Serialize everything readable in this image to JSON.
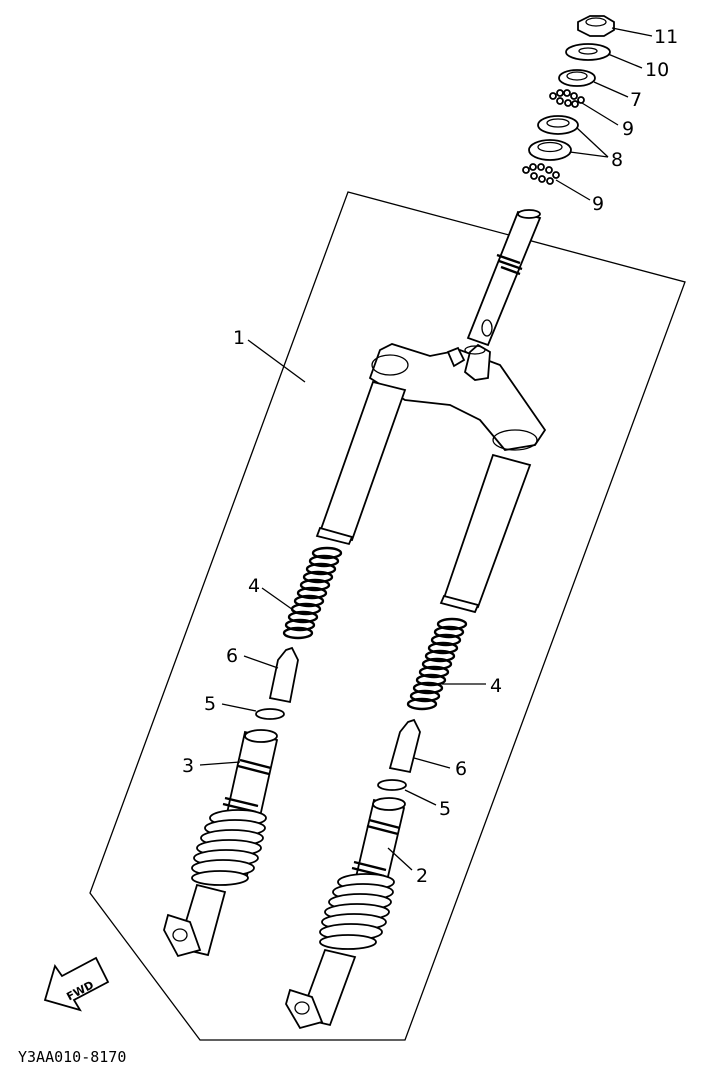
{
  "diagram": {
    "callouts": {
      "c1": "1",
      "c2": "2",
      "c3": "3",
      "c4a": "4",
      "c4b": "4",
      "c5a": "5",
      "c5b": "5",
      "c6a": "6",
      "c6b": "6",
      "c7": "7",
      "c8": "8",
      "c9a": "9",
      "c9b": "9",
      "c10": "10",
      "c11": "11"
    },
    "fwd_label": "FWD",
    "drawing_code": "Y3AA010-8170"
  }
}
